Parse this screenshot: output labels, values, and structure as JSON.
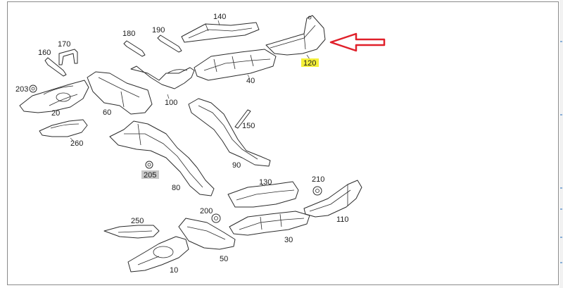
{
  "diagram": {
    "labels": {
      "p10": "10",
      "p20": "20",
      "p30": "30",
      "p40": "40",
      "p50": "50",
      "p60": "60",
      "p80": "80",
      "p90": "90",
      "p100": "100",
      "p110": "110",
      "p120": "120",
      "p130": "130",
      "p140": "140",
      "p150": "150",
      "p160": "160",
      "p170": "170",
      "p180": "180",
      "p190": "190",
      "p200": "200",
      "p203": "203",
      "p205": "205",
      "p210": "210",
      "p250": "250",
      "p260": "260"
    },
    "highlighted_part": "120",
    "shaded_part": "205",
    "arrow_color": "#e0202a",
    "highlight_color": "#f5f03a"
  }
}
